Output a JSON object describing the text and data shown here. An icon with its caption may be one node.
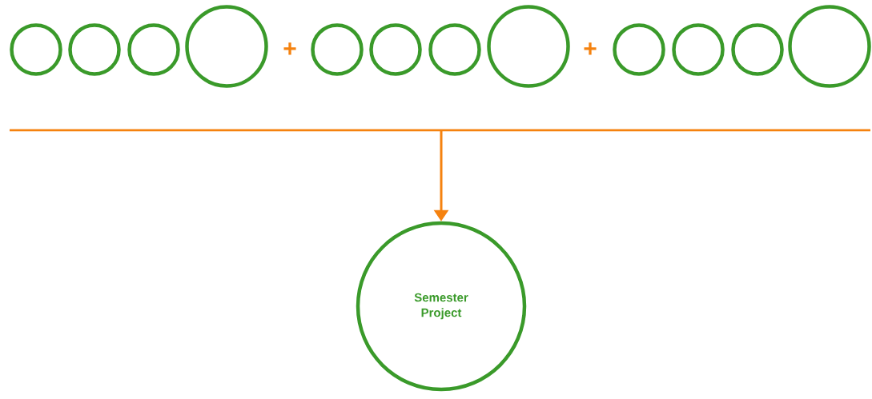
{
  "diagram": {
    "nodes": [
      {
        "text": [],
        "shape": "circle"
      },
      {
        "text": [],
        "shape": "circle"
      },
      {
        "text": [],
        "shape": "circle"
      },
      {
        "text": [],
        "shape": "circle"
      },
      {
        "text": [],
        "shape": "circle"
      },
      {
        "text": [],
        "shape": "circle"
      },
      {
        "text": [],
        "shape": "circle"
      },
      {
        "text": [],
        "shape": "circle"
      },
      {
        "text": [],
        "shape": "circle"
      },
      {
        "text": [],
        "shape": "circle"
      },
      {
        "text": [],
        "shape": "circle"
      },
      {
        "text": [],
        "shape": "circle"
      },
      {
        "text": [
          "Semester Project"
        ]
      }
    ],
    "edges": [
      {
        "from": null,
        "to": 12,
        "arrow": "to"
      }
    ],
    "labels": [
      "+",
      "+"
    ]
  }
}
